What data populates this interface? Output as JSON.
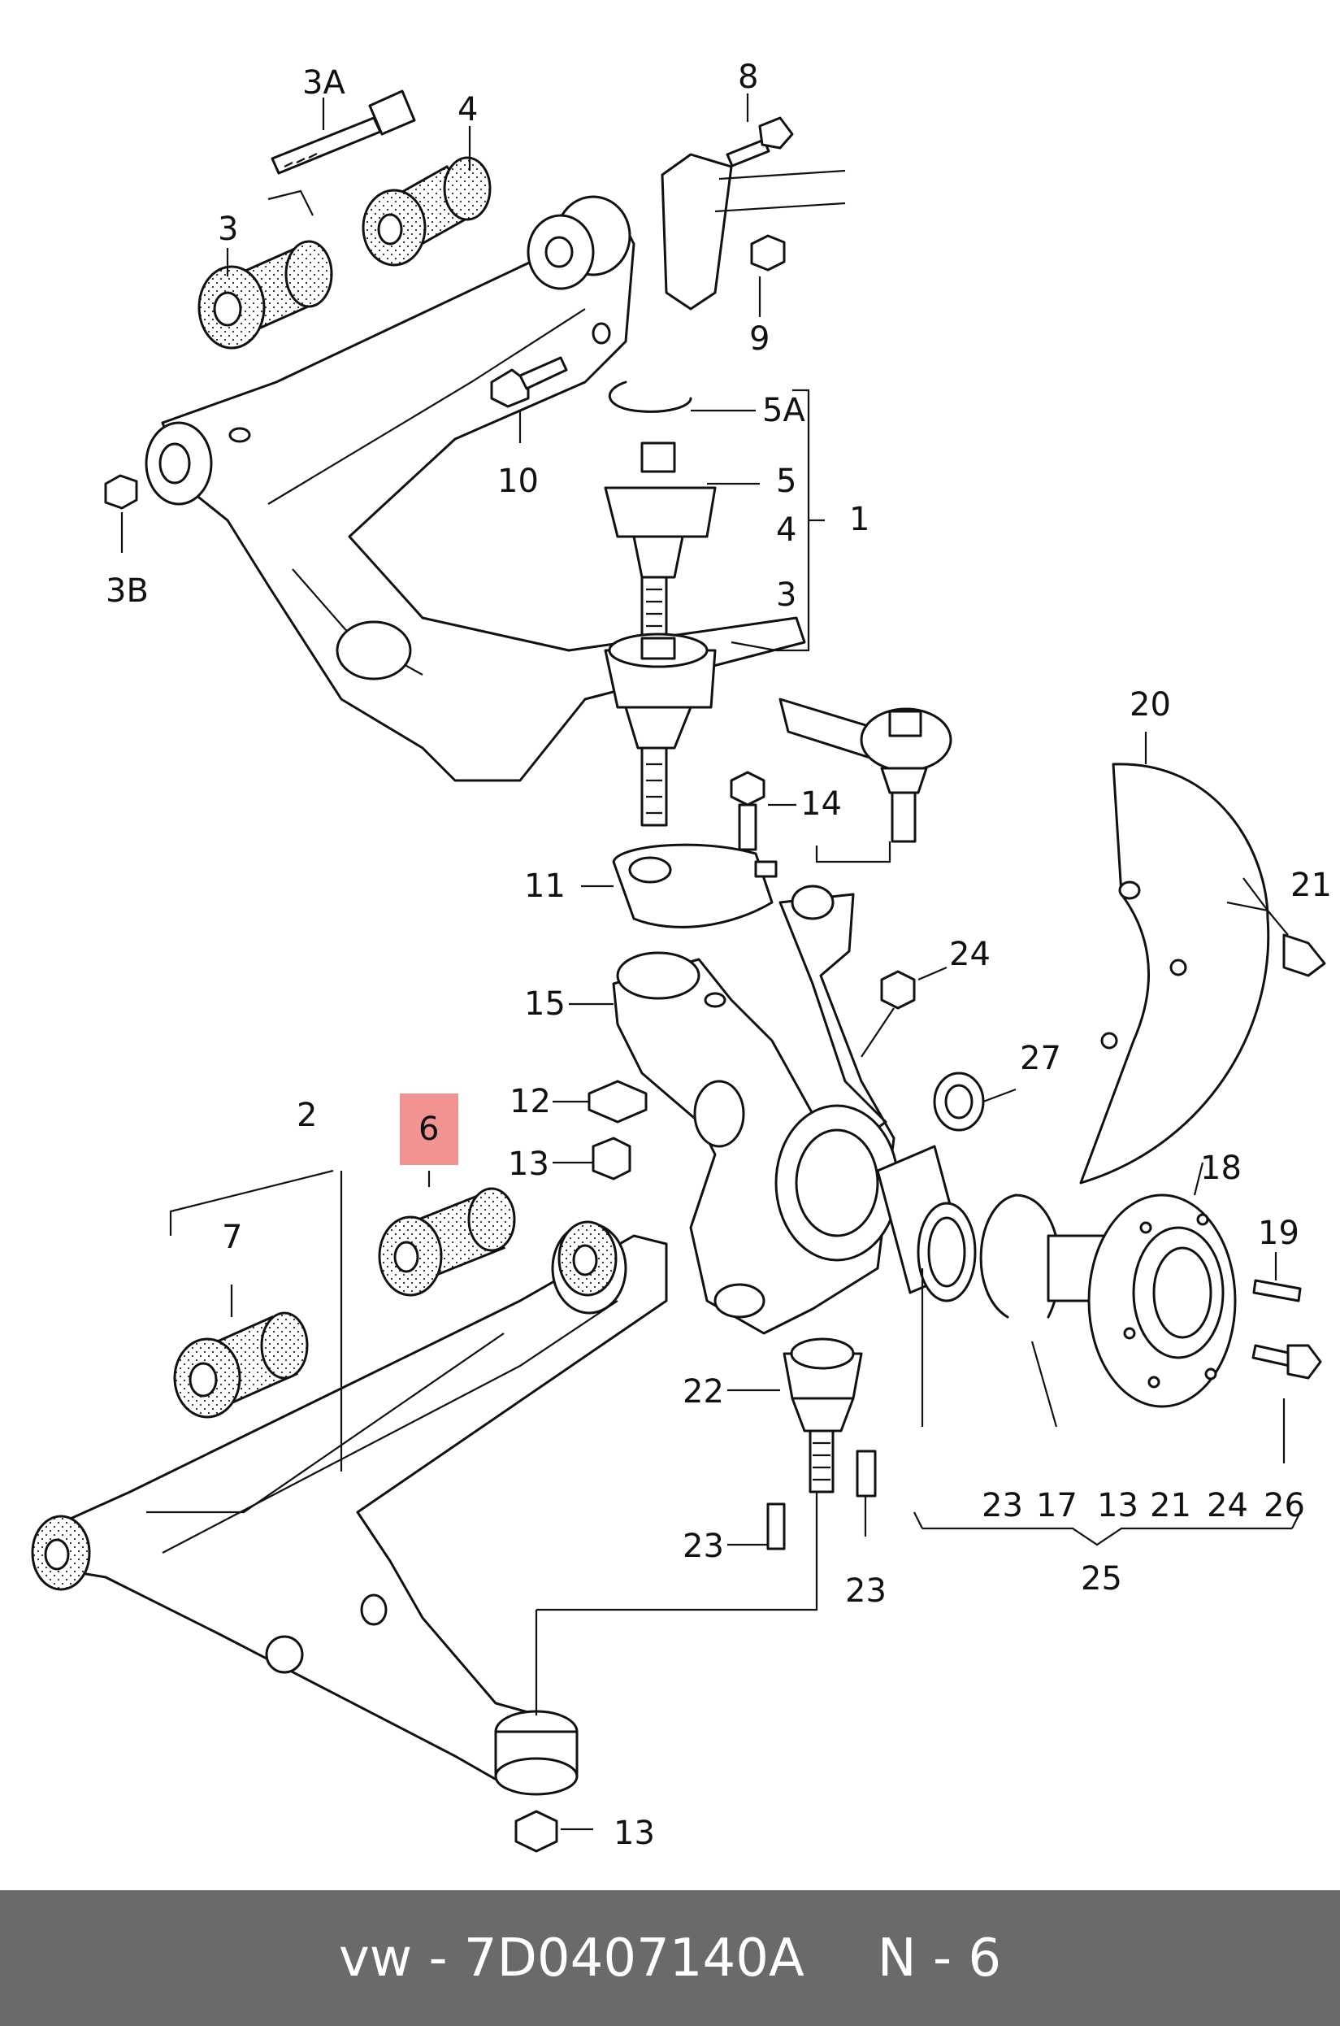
{
  "diagram": {
    "callouts": [
      {
        "id": "c-3a",
        "text": "3A"
      },
      {
        "id": "c-4-top",
        "text": "4"
      },
      {
        "id": "c-3-top",
        "text": "3"
      },
      {
        "id": "c-8",
        "text": "8"
      },
      {
        "id": "c-9",
        "text": "9"
      },
      {
        "id": "c-10",
        "text": "10"
      },
      {
        "id": "c-3b",
        "text": "3B"
      },
      {
        "id": "c-5a",
        "text": "5A"
      },
      {
        "id": "c-5",
        "text": "5"
      },
      {
        "id": "c-4-right",
        "text": "4"
      },
      {
        "id": "c-3-right",
        "text": "3"
      },
      {
        "id": "c-1",
        "text": "1"
      },
      {
        "id": "c-20",
        "text": "20"
      },
      {
        "id": "c-14",
        "text": "14"
      },
      {
        "id": "c-21-shield",
        "text": "21"
      },
      {
        "id": "c-11",
        "text": "11"
      },
      {
        "id": "c-24",
        "text": "24"
      },
      {
        "id": "c-15",
        "text": "15"
      },
      {
        "id": "c-27",
        "text": "27"
      },
      {
        "id": "c-12",
        "text": "12"
      },
      {
        "id": "c-2",
        "text": "2"
      },
      {
        "id": "c-6",
        "text": "6"
      },
      {
        "id": "c-13-mid",
        "text": "13"
      },
      {
        "id": "c-18",
        "text": "18"
      },
      {
        "id": "c-19",
        "text": "19"
      },
      {
        "id": "c-7",
        "text": "7"
      },
      {
        "id": "c-22",
        "text": "22"
      },
      {
        "id": "c-23-left",
        "text": "23"
      },
      {
        "id": "c-23-bottom",
        "text": "23"
      },
      {
        "id": "c-25-23",
        "text": "23"
      },
      {
        "id": "c-25-17",
        "text": "17"
      },
      {
        "id": "c-25-13",
        "text": "13"
      },
      {
        "id": "c-25-21",
        "text": "21"
      },
      {
        "id": "c-25-24",
        "text": "24"
      },
      {
        "id": "c-26",
        "text": "26"
      },
      {
        "id": "c-25",
        "text": "25"
      },
      {
        "id": "c-13-bottom",
        "text": "13"
      }
    ],
    "highlight_color": "#f08080"
  },
  "footer": {
    "part_code": "vw - 7D0407140A",
    "position": "N - 6",
    "background": "#6a6a6a",
    "text_color": "#ffffff"
  }
}
